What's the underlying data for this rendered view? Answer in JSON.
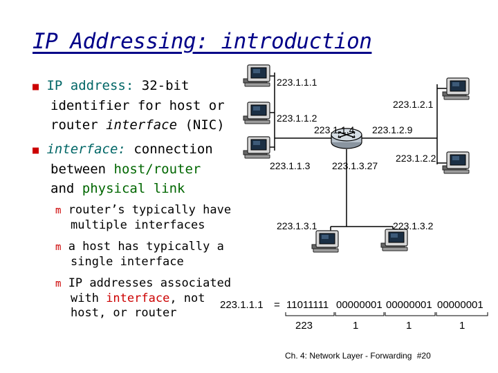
{
  "title": "IP Addressing: introduction",
  "bullets": {
    "b1": {
      "term": "IP address:",
      "line1_rest": "32-bit",
      "line2": "identifier for host or",
      "line3_pre": "router ",
      "line3_it": "interface",
      "line3_post": " (NIC)"
    },
    "b2": {
      "term": "interface:",
      "line1_rest": " connection",
      "line2_pre": "between ",
      "line2_color": "host/router",
      "line3_pre": "and ",
      "line3_color": "physical link"
    },
    "sub": [
      {
        "line1": "router’s typically have",
        "line2": "multiple interfaces"
      },
      {
        "line1": "a host has typically a",
        "line2": "single interface"
      },
      {
        "line1": "IP addresses associated",
        "line2_pre": "with ",
        "line2_red": "interface",
        "line2_post": ", not",
        "line3": "host, or router"
      }
    ]
  },
  "network": {
    "labels": {
      "h111": "223.1.1.1",
      "h112": "223.1.1.2",
      "r114": "223.1.1.4",
      "h113": "223.1.1.3",
      "h121": "223.1.2.1",
      "r129": "223.1.2.9",
      "h122": "223.1.2.2",
      "r1327": "223.1.3.27",
      "h131": "223.1.3.1",
      "h132": "223.1.3.2"
    }
  },
  "binary": {
    "lhs": "223.1.1.1",
    "eq": "=",
    "bytes": [
      "11011111",
      "00000001",
      "00000001",
      "00000001"
    ],
    "decimals": [
      "223",
      "1",
      "1",
      "1"
    ]
  },
  "footer": {
    "text": "Ch. 4: Network Layer - Forwarding",
    "page": "#20"
  },
  "colors": {
    "title": "#000088",
    "bullet": "#cc0000",
    "teal": "#006666",
    "green": "#006600",
    "red": "#cc0000"
  }
}
